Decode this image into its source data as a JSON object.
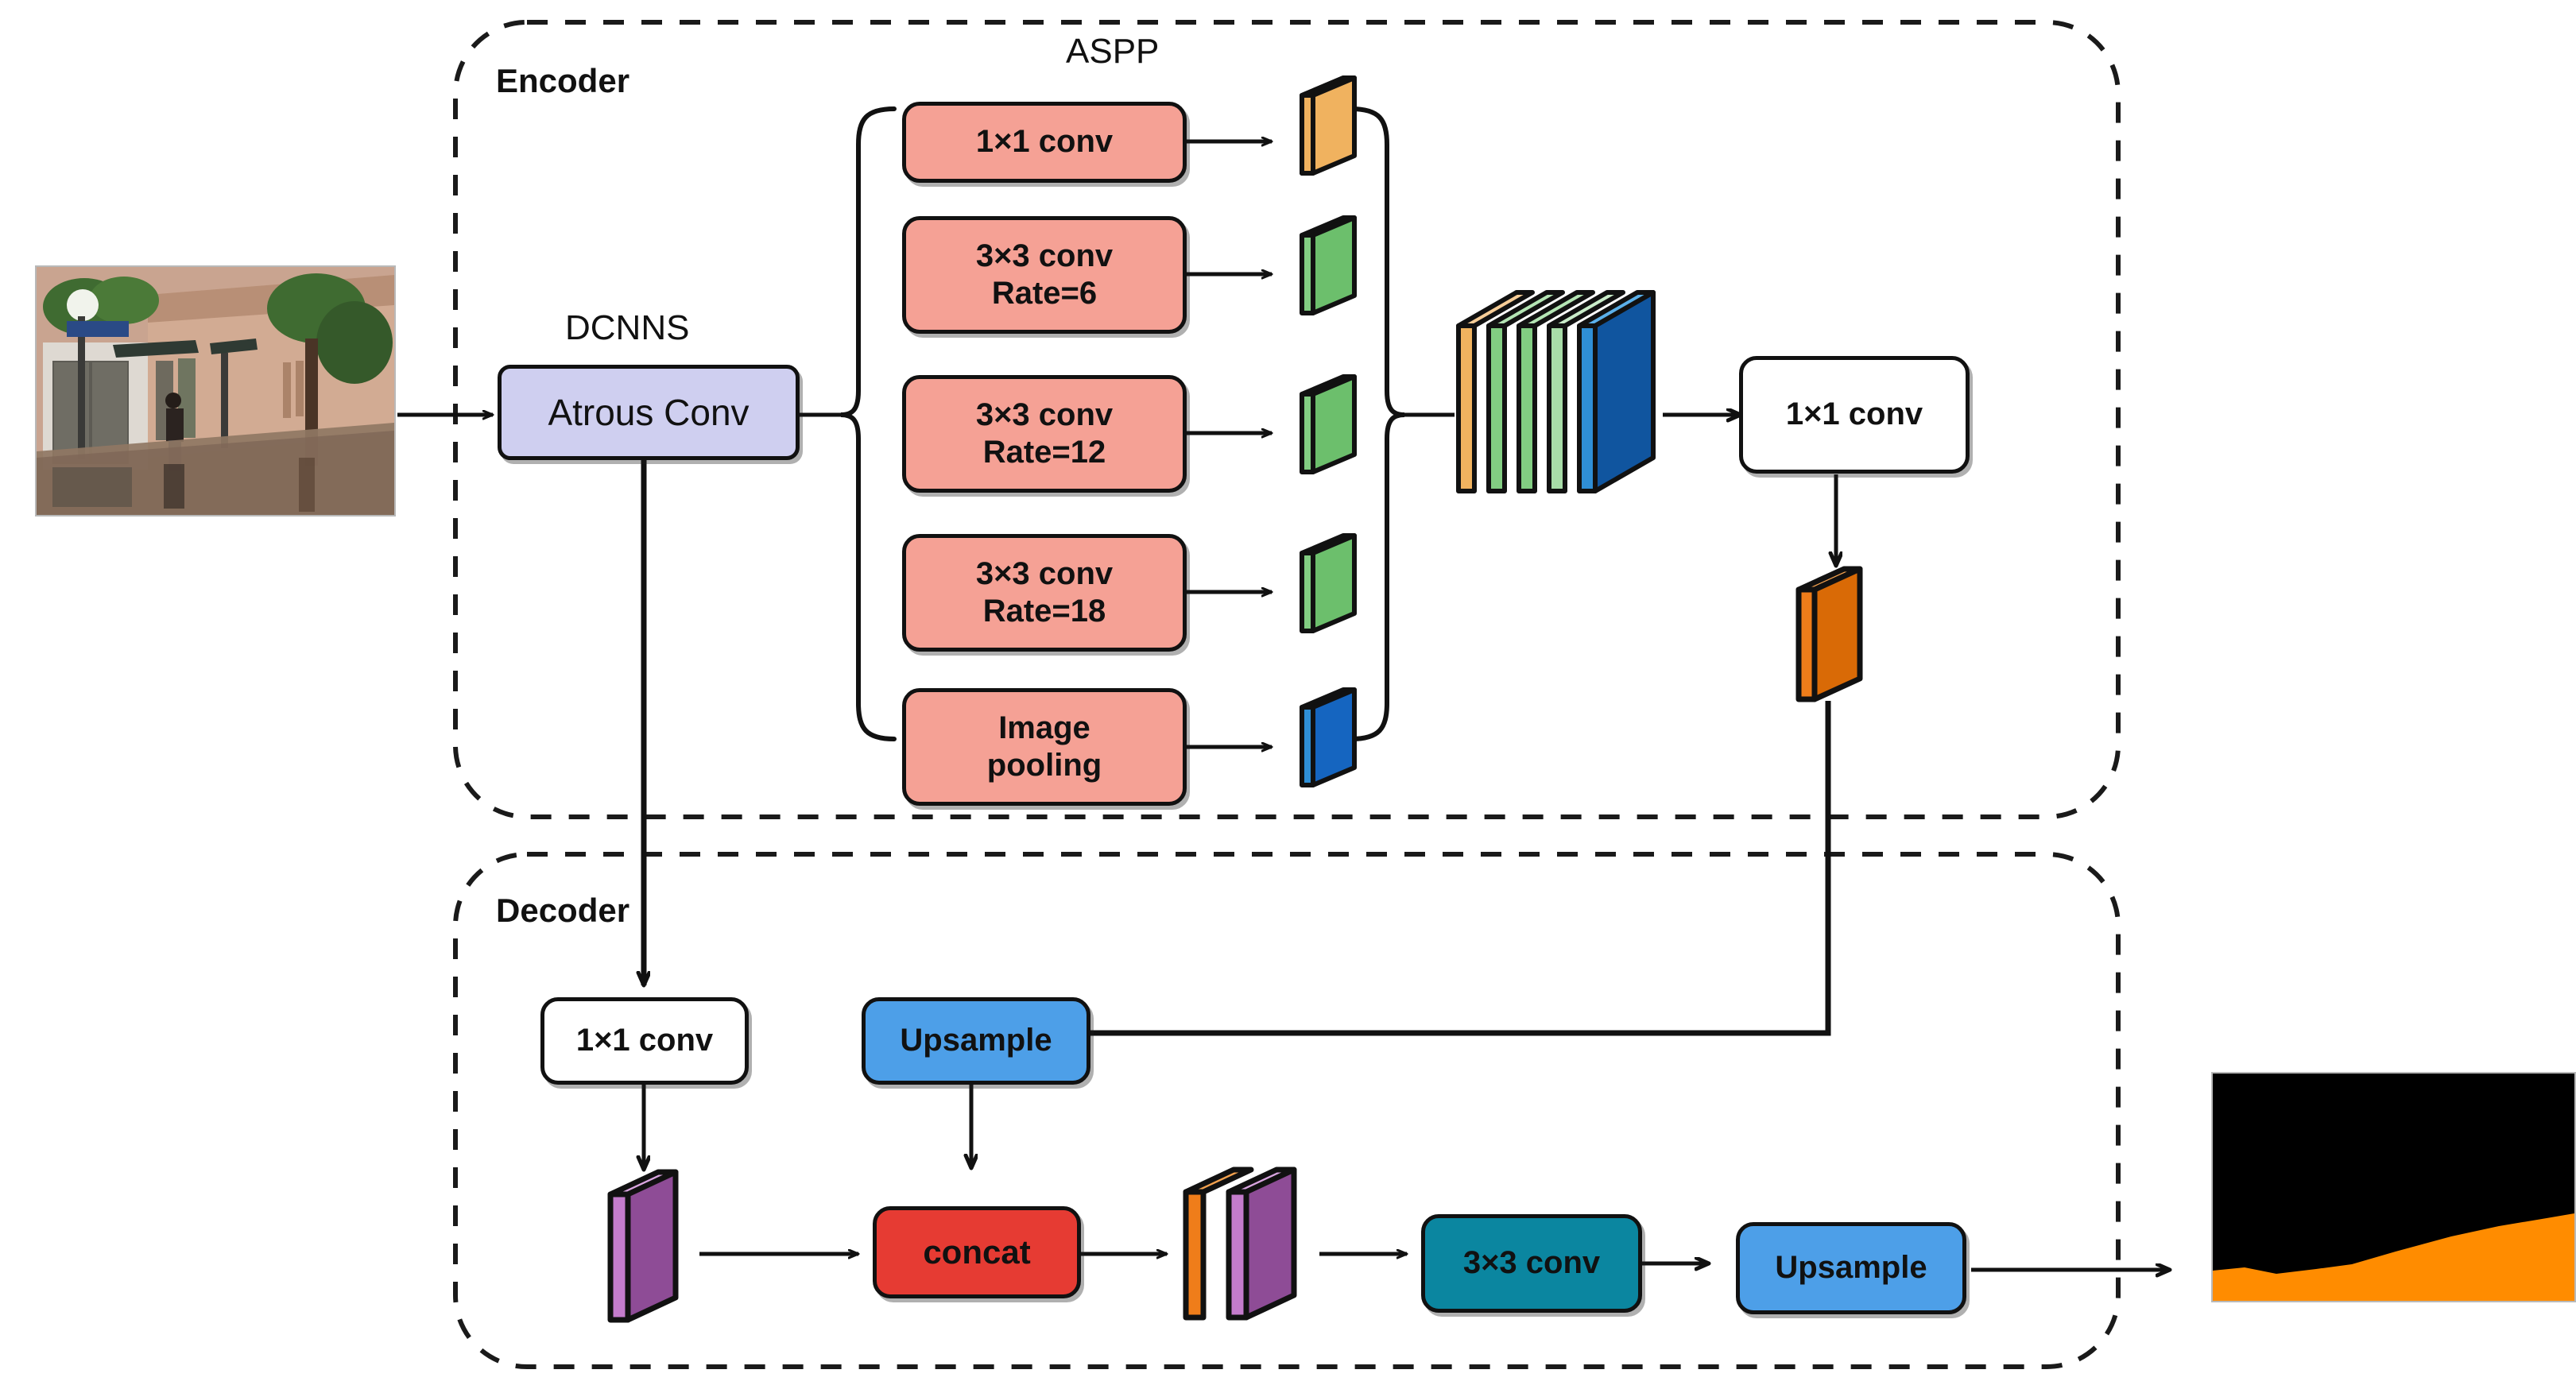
{
  "diagram": {
    "title": "DeepLabv3+ encoder-decoder semantic segmentation architecture",
    "sections": {
      "encoder_label": "Encoder",
      "decoder_label": "Decoder"
    },
    "labels": {
      "aspp": "ASPP",
      "dcnns": "DCNNS"
    },
    "encoder": {
      "backbone_box": "Atrous Conv",
      "aspp_branches": [
        {
          "label": "1×1 conv",
          "line1": "1×1 conv",
          "line2": "",
          "feature_color": "#f0b25f"
        },
        {
          "label": "3×3 conv Rate=6",
          "line1": "3×3 conv",
          "line2": "Rate=6",
          "feature_color": "#82cd82"
        },
        {
          "label": "3×3 conv Rate=12",
          "line1": "3×3 conv",
          "line2": "Rate=12",
          "feature_color": "#82cd82"
        },
        {
          "label": "3×3 conv Rate=18",
          "line1": "3×3 conv",
          "line2": "Rate=18",
          "feature_color": "#82cd82"
        },
        {
          "label": "Image pooling",
          "line1": "Image",
          "line2": "pooling",
          "feature_color": "#1565c0"
        }
      ],
      "concat_stack_colors": [
        "#f0b25f",
        "#82cd82",
        "#82cd82",
        "#a8dca8",
        "#1565c0"
      ],
      "projection_box": "1×1 conv",
      "projection_feature_color": "#e07b10"
    },
    "decoder": {
      "lowlevel_box": "1×1 conv",
      "lowlevel_feature_color": "#a05aa8",
      "upsample_box_1": "Upsample",
      "concat_box": "concat",
      "concat_stack_colors": [
        "#ef7d1a",
        "#a05aa8"
      ],
      "conv_box": "3×3 conv",
      "upsample_box_2": "Upsample"
    },
    "images": {
      "input_caption": "flooded-street-photo",
      "output_caption": "segmentation-mask",
      "output_mask_colors": {
        "background": "#000000",
        "flood": "#ff8c00"
      }
    },
    "colors": {
      "aspp_box": "#f5a195",
      "atrous_box": "#cfcff0",
      "upsample_box": "#4d9fe8",
      "concat_box": "#e63b33",
      "conv33_box": "#0b86a0",
      "outline": "#111111",
      "dashed_border": "#1a1a1a"
    }
  }
}
